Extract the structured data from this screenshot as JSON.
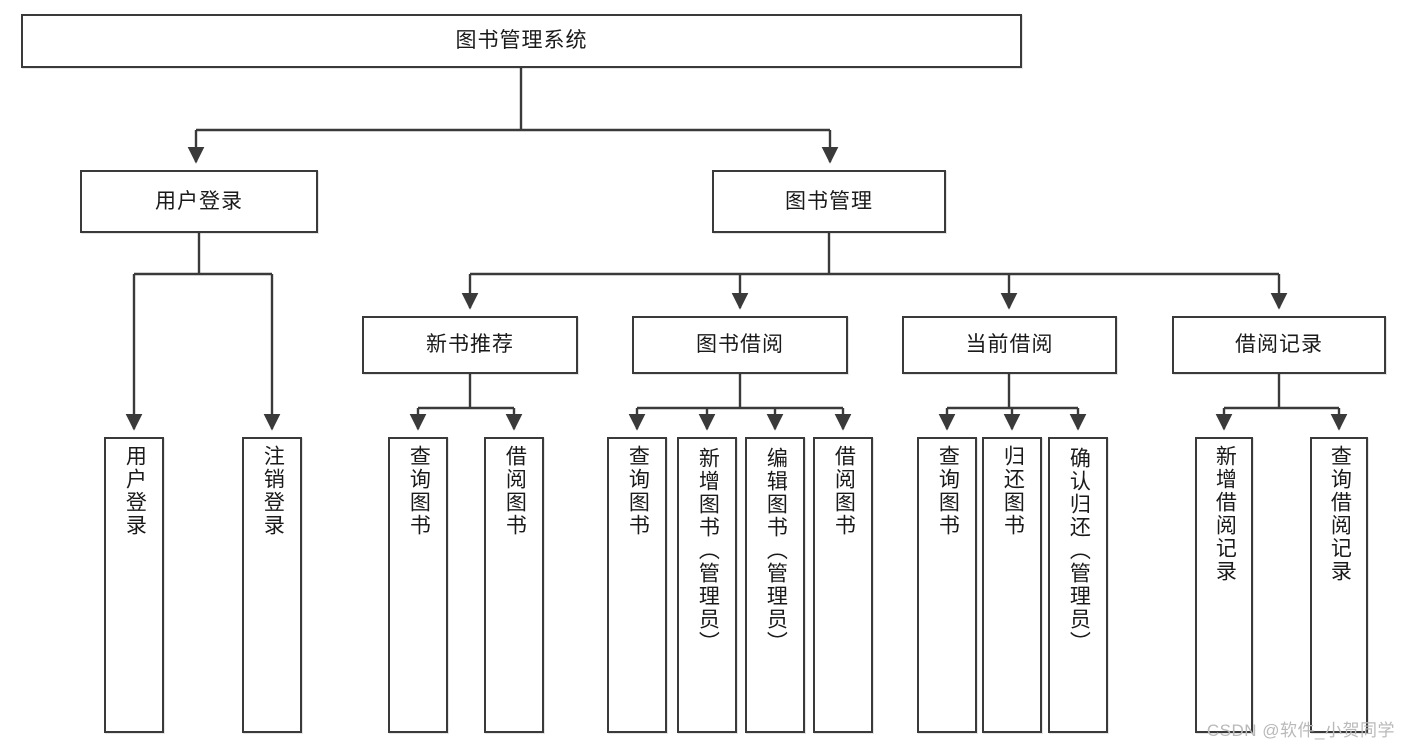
{
  "diagram": {
    "title_node": "图书管理系统",
    "watermark": "CSDN @软件_小贺同学",
    "colors": {
      "box_border": "#3a3a3a",
      "box_fill": "#ffffff",
      "edge": "#3a3a3a",
      "text": "#1a1a1a",
      "watermark": "#b9b9b9"
    },
    "level2": [
      {
        "label": "用户登录"
      },
      {
        "label": "图书管理"
      }
    ],
    "level3": [
      {
        "label": "新书推荐"
      },
      {
        "label": "图书借阅"
      },
      {
        "label": "当前借阅"
      },
      {
        "label": "借阅记录"
      }
    ],
    "leaves": {
      "user_login": [
        {
          "label": "用户登录"
        },
        {
          "label": "注销登录"
        }
      ],
      "new_book_recommend": [
        {
          "label": "查询图书"
        },
        {
          "label": "借阅图书"
        }
      ],
      "book_borrow": [
        {
          "label": "查询图书"
        },
        {
          "label": "新增图书（管理员）"
        },
        {
          "label": "编辑图书（管理员）"
        },
        {
          "label": "借阅图书"
        }
      ],
      "current_borrow": [
        {
          "label": "查询图书"
        },
        {
          "label": "归还图书"
        },
        {
          "label": "确认归还（管理员）"
        }
      ],
      "borrow_record": [
        {
          "label": "新增借阅记录"
        },
        {
          "label": "查询借阅记录"
        }
      ]
    }
  }
}
